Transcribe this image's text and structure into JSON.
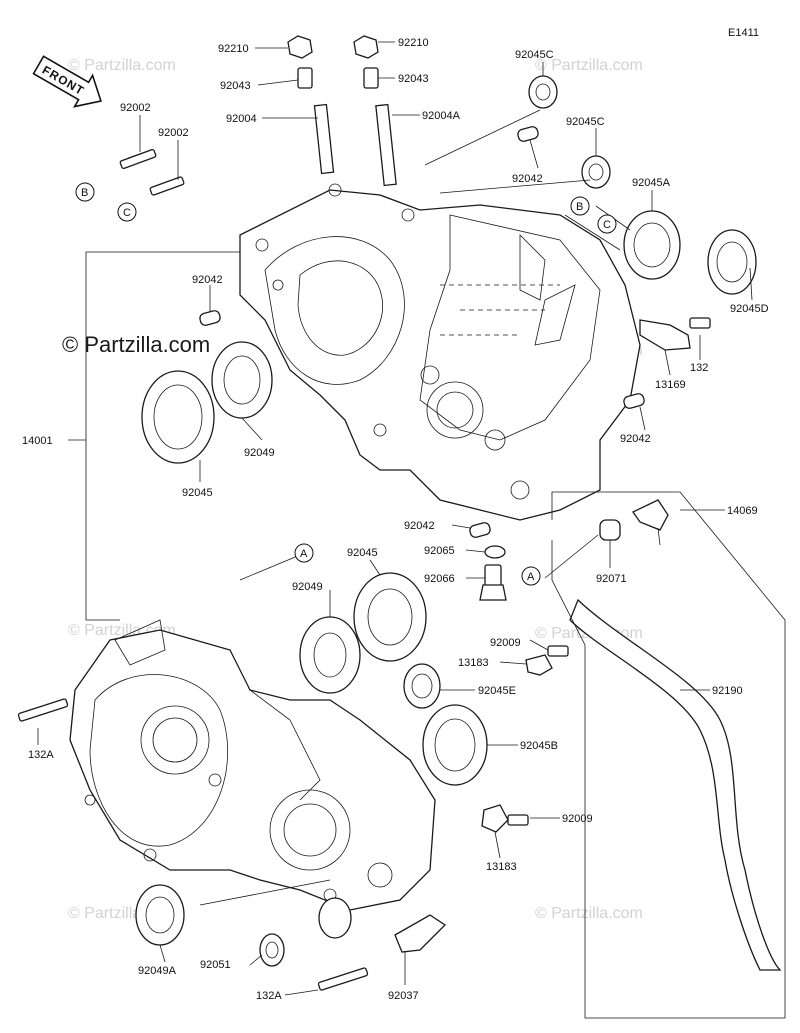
{
  "drawing_code": "E1411",
  "front_label": "FRONT",
  "watermark_main": "© Partzilla.com",
  "watermark_faint": "© Partzilla.com",
  "callouts": {
    "B": "B",
    "C": "C",
    "A": "A"
  },
  "parts": {
    "p92210_left": "92210",
    "p92210_right": "92210",
    "p92043_left": "92043",
    "p92043_right": "92043",
    "p92004": "92004",
    "p92004A": "92004A",
    "p92045C_top": "92045C",
    "p92045C_mid": "92045C",
    "p92042_top": "92042",
    "p92045A": "92045A",
    "p92045D": "92045D",
    "p92002_top": "92002",
    "p92002_second": "92002",
    "p92042_left": "92042",
    "p132": "132",
    "p13169": "13169",
    "p14001": "14001",
    "p92045_left": "92045",
    "p92049_left": "92049",
    "p92042_right": "92042",
    "p92042_center": "92042",
    "p92065": "92065",
    "p92066": "92066",
    "p14069": "14069",
    "p92071": "92071",
    "p92045_low": "92045",
    "p92049_low": "92049",
    "p92009_top": "92009",
    "p13183_top": "13183",
    "p92190": "92190",
    "p92045E": "92045E",
    "p132A_left": "132A",
    "p92045B": "92045B",
    "p92009_low": "92009",
    "p13183_low": "13183",
    "p92049A": "92049A",
    "p92051": "92051",
    "p132A_bottom": "132A",
    "p92037": "92037"
  }
}
